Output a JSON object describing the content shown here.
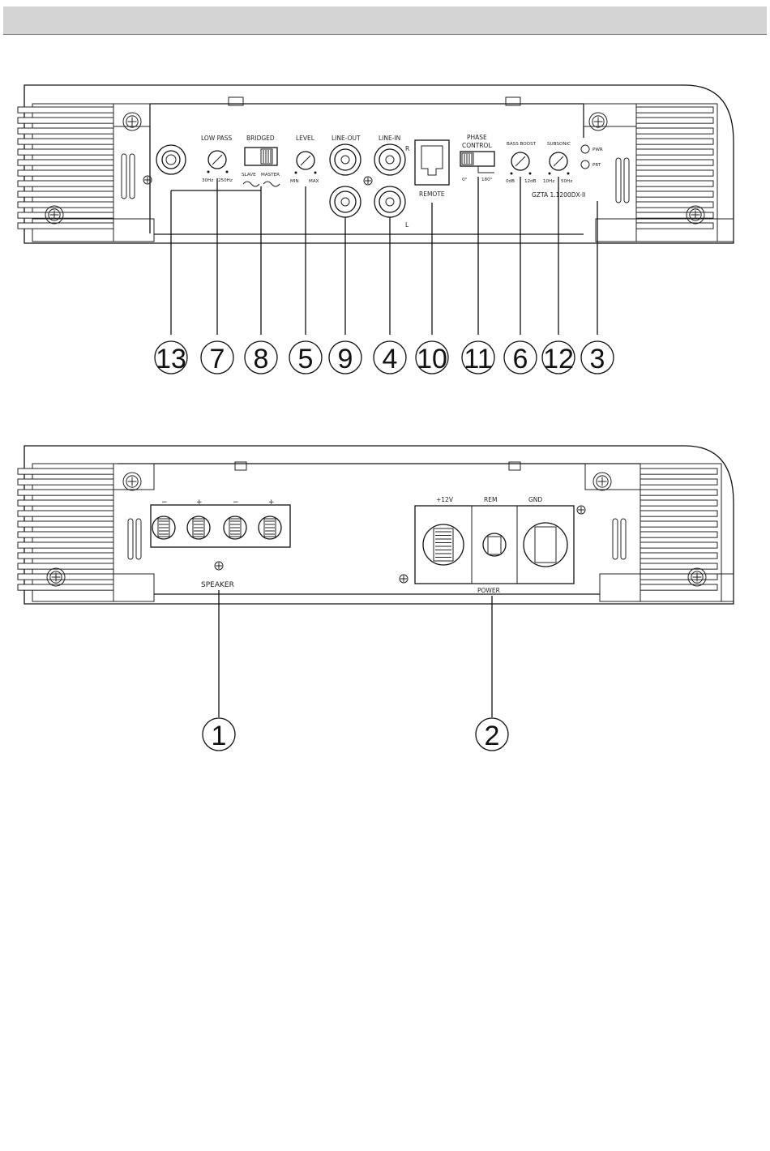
{
  "top_panel": {
    "labels": {
      "low_pass": "LOW PASS",
      "low_pass_min": "30Hz",
      "low_pass_max": "250Hz",
      "bridged": "BRIDGED",
      "slave": "SLAVE",
      "master": "MASTER",
      "level": "LEVEL",
      "level_min": "MIN",
      "level_max": "MAX",
      "line_out": "LINE-OUT",
      "line_in": "LINE-IN",
      "right": "R",
      "left": "L",
      "remote": "REMOTE",
      "phase_control_1": "PHASE",
      "phase_control_2": "CONTROL",
      "phase_min": "0°",
      "phase_max": "180°",
      "bass_boost": "BASS BOOST",
      "bass_min": "0dB",
      "bass_max": "12dB",
      "subsonic": "SUBSONIC",
      "sub_min": "10Hz",
      "sub_max": "50Hz",
      "pwr": "PWR",
      "prt": "PRT",
      "model": "GZTA 1.1200DX-II"
    },
    "callouts": [
      "13",
      "7",
      "8",
      "5",
      "9",
      "4",
      "10",
      "11",
      "6",
      "12",
      "3"
    ]
  },
  "bottom_panel": {
    "labels": {
      "minus_1": "−",
      "plus_1": "+",
      "minus_2": "−",
      "plus_2": "+",
      "speaker": "SPEAKER",
      "plus12v": "+12V",
      "rem": "REM",
      "gnd": "GND",
      "power": "POWER"
    },
    "callouts": [
      "1",
      "2"
    ]
  },
  "colors": {
    "line": "#111111",
    "header_band": "#d4d4d4",
    "background": "#ffffff"
  }
}
